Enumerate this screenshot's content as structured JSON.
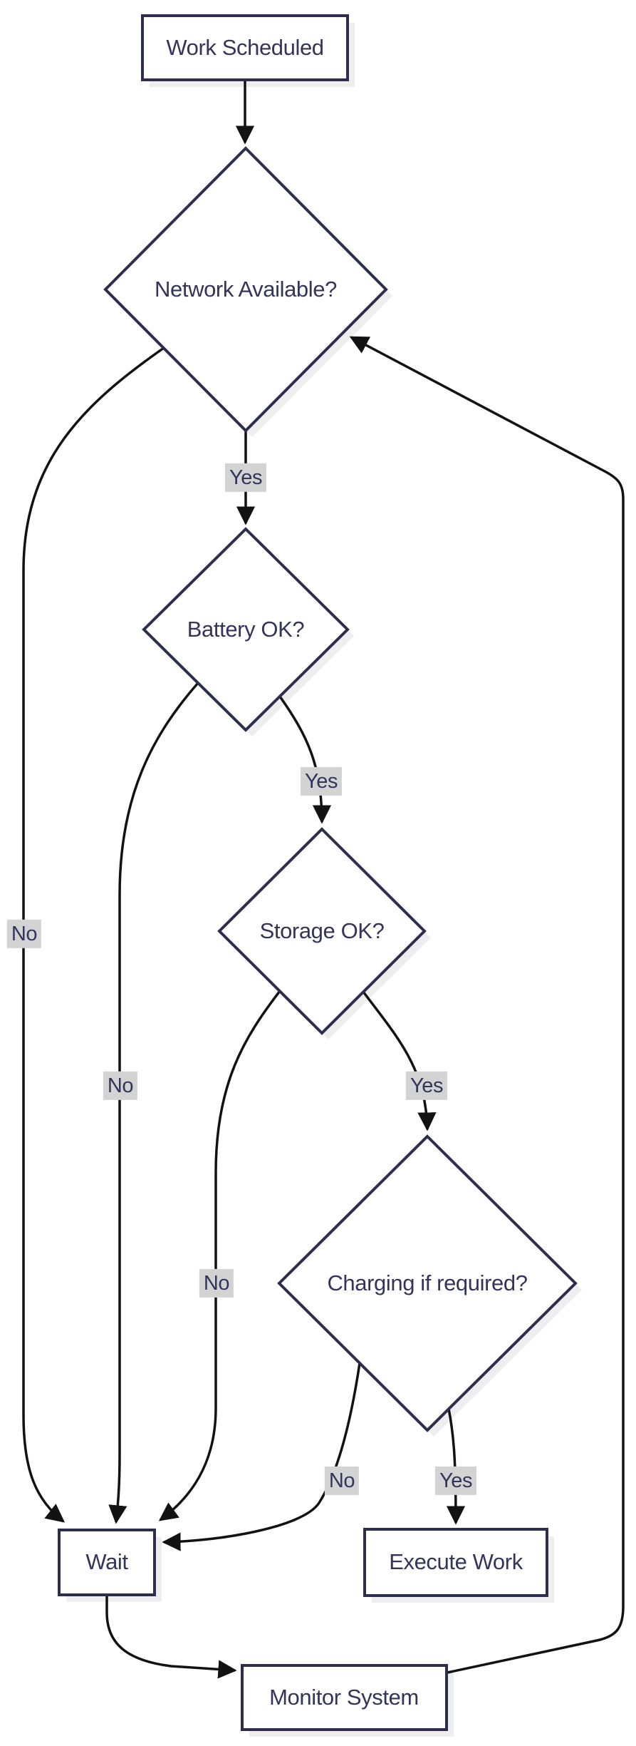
{
  "diagram": {
    "type": "flowchart",
    "direction": "top-down",
    "nodes": {
      "work": {
        "label": "Work Scheduled",
        "shape": "rectangle"
      },
      "network": {
        "label": "Network Available?",
        "shape": "diamond"
      },
      "battery": {
        "label": "Battery OK?",
        "shape": "diamond"
      },
      "storage": {
        "label": "Storage OK?",
        "shape": "diamond"
      },
      "charging": {
        "label": "Charging if required?",
        "shape": "diamond"
      },
      "wait": {
        "label": "Wait",
        "shape": "rectangle"
      },
      "execute": {
        "label": "Execute Work",
        "shape": "rectangle"
      },
      "monitor": {
        "label": "Monitor System",
        "shape": "rectangle"
      }
    },
    "edges": [
      {
        "from": "work",
        "to": "network",
        "label": ""
      },
      {
        "from": "network",
        "to": "battery",
        "label": "Yes"
      },
      {
        "from": "network",
        "to": "wait",
        "label": "No"
      },
      {
        "from": "battery",
        "to": "storage",
        "label": "Yes"
      },
      {
        "from": "battery",
        "to": "wait",
        "label": "No"
      },
      {
        "from": "storage",
        "to": "charging",
        "label": "Yes"
      },
      {
        "from": "storage",
        "to": "wait",
        "label": "No"
      },
      {
        "from": "charging",
        "to": "execute",
        "label": "Yes"
      },
      {
        "from": "charging",
        "to": "wait",
        "label": "No"
      },
      {
        "from": "wait",
        "to": "monitor",
        "label": ""
      },
      {
        "from": "monitor",
        "to": "network",
        "label": ""
      }
    ],
    "colors": {
      "background": "#ffffff",
      "node_fill": "#ffffff",
      "node_border": "#2d2d4e",
      "node_text": "#34345a",
      "edge_line": "#121212",
      "edge_label_bg": "#d3d3d3",
      "shadow": "#eeeef1"
    }
  }
}
